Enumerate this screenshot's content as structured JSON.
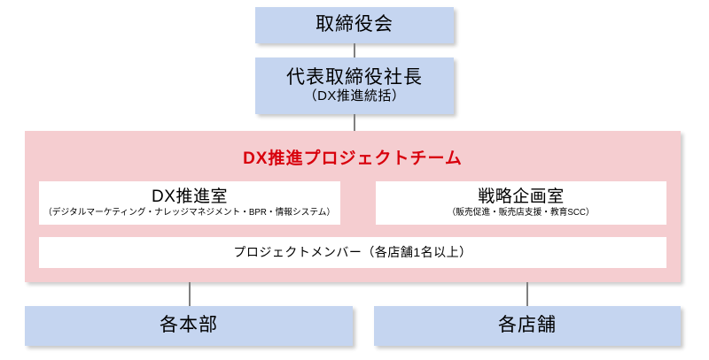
{
  "diagram": {
    "type": "organization-chart",
    "colors": {
      "node_fill": "#c5d5f0",
      "panel_fill": "#f5cdd0",
      "panel_title": "#d8000c",
      "inner_fill": "#ffffff",
      "connector": "#808080",
      "background": "#ffffff"
    },
    "board": {
      "label": "取締役会"
    },
    "president": {
      "label": "代表取締役社長",
      "sublabel": "（DX推進統括）"
    },
    "project_team": {
      "title": "DX推進プロジェクトチーム",
      "units": [
        {
          "title": "DX推進室",
          "sublabel": "（デジタルマーケティング・ナレッジマネジメント・BPR・情報システム）"
        },
        {
          "title": "戦略企画室",
          "sublabel": "（販売促進・販売店支援・教育SCC）"
        }
      ],
      "members": {
        "label": "プロジェクトメンバー（各店舗1名以上）"
      }
    },
    "divisions": [
      {
        "label": "各本部"
      },
      {
        "label": "各店舗"
      }
    ]
  }
}
